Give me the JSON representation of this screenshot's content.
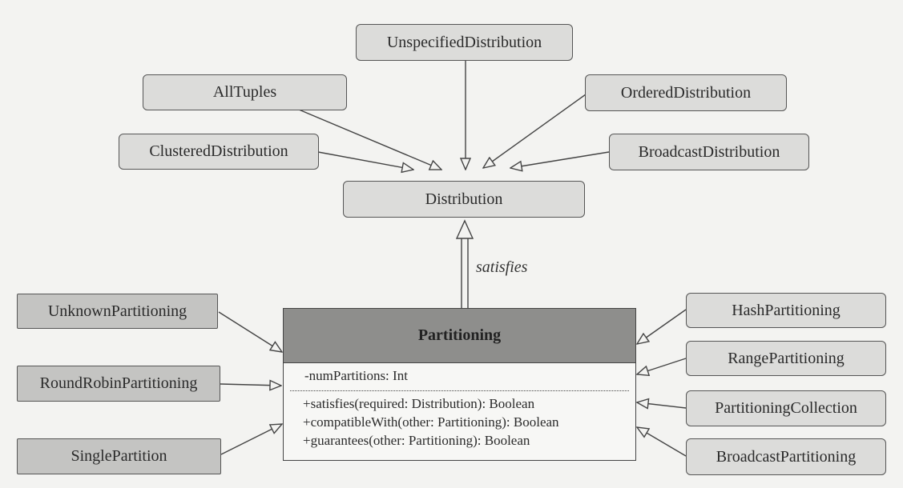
{
  "distribution": {
    "base": "Distribution",
    "subtypes": {
      "unspecified": "UnspecifiedDistribution",
      "all_tuples": "AllTuples",
      "ordered": "OrderedDistribution",
      "clustered": "ClusteredDistribution",
      "broadcast": "BroadcastDistribution"
    }
  },
  "relation_label": "satisfies",
  "partitioning": {
    "class_name": "Partitioning",
    "attributes": [
      "-numPartitions: Int"
    ],
    "operations": [
      "+satisfies(required: Distribution): Boolean",
      "+compatibleWith(other: Partitioning): Boolean",
      "+guarantees(other: Partitioning): Boolean"
    ],
    "subtypes": {
      "unknown": "UnknownPartitioning",
      "round_robin": "RoundRobinPartitioning",
      "single": "SinglePartition",
      "hash": "HashPartitioning",
      "range": "RangePartitioning",
      "collection": "PartitioningCollection",
      "broadcast": "BroadcastPartitioning"
    }
  }
}
